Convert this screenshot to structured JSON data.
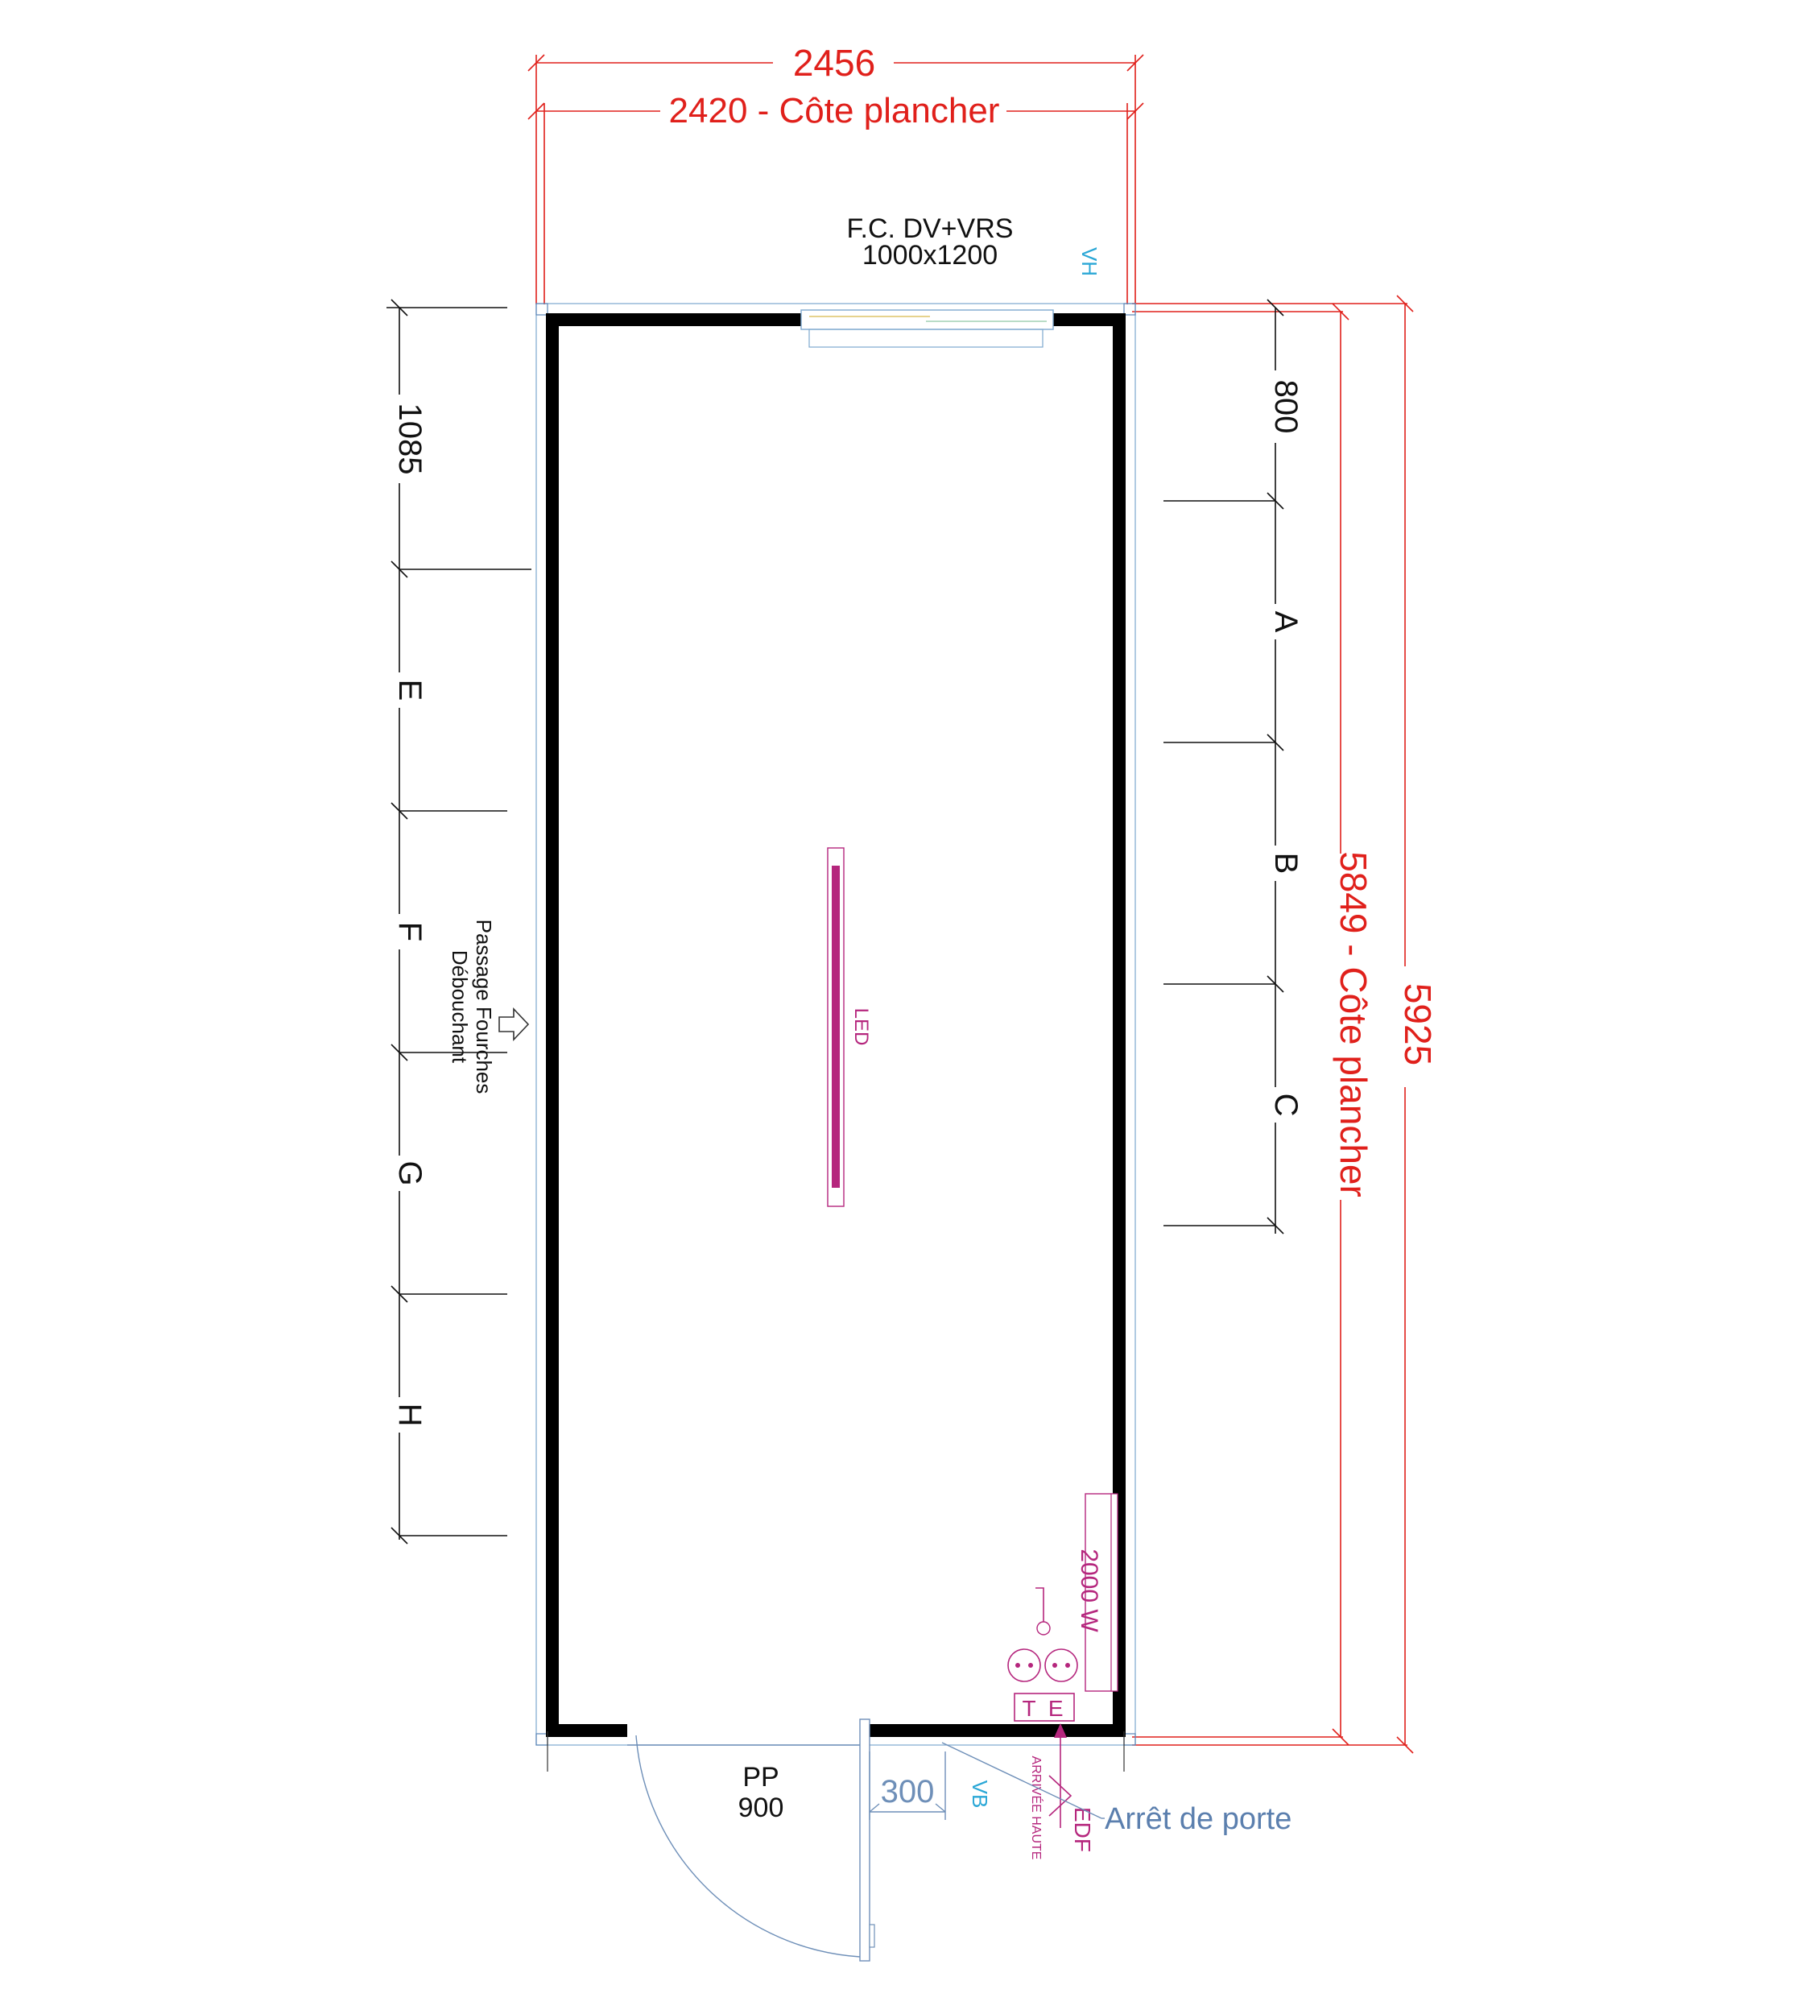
{
  "dimensions": {
    "overall_width": "2456",
    "floor_width": "2420 - Côte plancher",
    "overall_length": "5925",
    "floor_length": "5849 - Côte plancher",
    "left_first_span": "1085",
    "right_first_span": "800",
    "door_offset": "300"
  },
  "window": {
    "line1": "F.C. DV+VRS",
    "line2": "1000x1200"
  },
  "vents": {
    "top": "VH",
    "bottom": "VB"
  },
  "right_labels": [
    "A",
    "B",
    "C"
  ],
  "left_labels": [
    "E",
    "F",
    "G",
    "H"
  ],
  "forklift": {
    "line1": "Passage Fourches",
    "line2": "Débouchant"
  },
  "electrical": {
    "light": "LED",
    "heater": "2000 W",
    "panel": "T E",
    "supply": "EDF",
    "supply_note": "ARRIVÉE HAUTE"
  },
  "door": {
    "line1": "PP",
    "line2": "900",
    "stop": "Arrêt de porte"
  },
  "colors": {
    "dimension_red": "#e0201b",
    "wall_black": "#000000",
    "electric_magenta": "#b5267d",
    "vent_cyan": "#2aa7d6",
    "annotation_blue": "#5b7fae"
  }
}
